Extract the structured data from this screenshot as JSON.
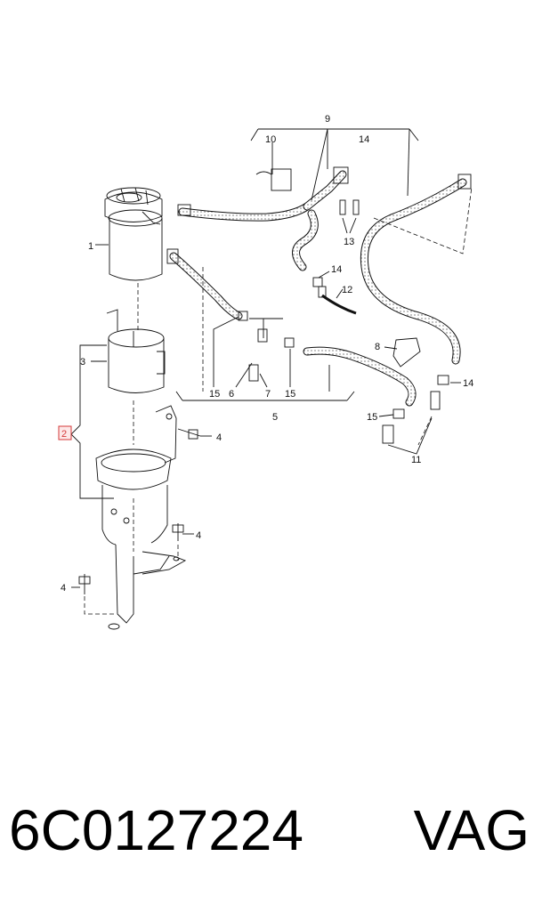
{
  "labels": {
    "p1": "1",
    "p2": "2",
    "p3": "3",
    "p4a": "4",
    "p4b": "4",
    "p4c": "4",
    "p5": "5",
    "p6": "6",
    "p7": "7",
    "p8": "8",
    "p9": "9",
    "p10": "10",
    "p11": "11",
    "p12": "12",
    "p13": "13",
    "p14a": "14",
    "p14b": "14",
    "p14c": "14",
    "p15a": "15",
    "p15b": "15",
    "p15c": "15"
  },
  "caption": {
    "part_number": "6C0127224",
    "brand": "VAG"
  },
  "colors": {
    "highlight": "#d43a3a"
  }
}
